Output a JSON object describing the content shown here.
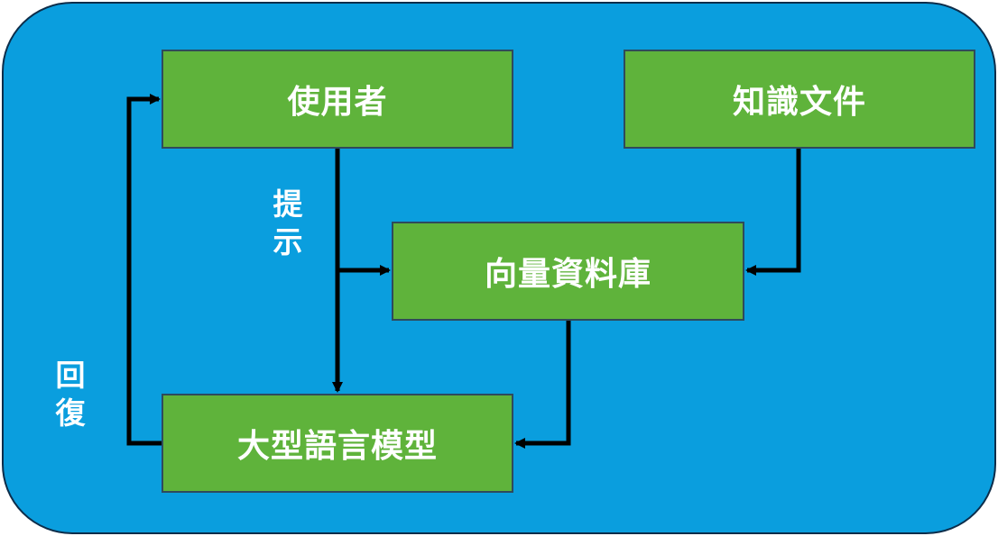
{
  "nodes": {
    "user": "使用者",
    "knowledge_docs": "知識文件",
    "vector_db": "向量資料庫",
    "llm": "大型語言模型"
  },
  "edge_labels": {
    "prompt": "提\n示",
    "reply": "回\n復"
  },
  "colors": {
    "background": "#0a9ede",
    "node_fill": "#5fb33b",
    "node_border": "#2f4a5c",
    "text": "#ffffff",
    "arrow": "#000000"
  }
}
